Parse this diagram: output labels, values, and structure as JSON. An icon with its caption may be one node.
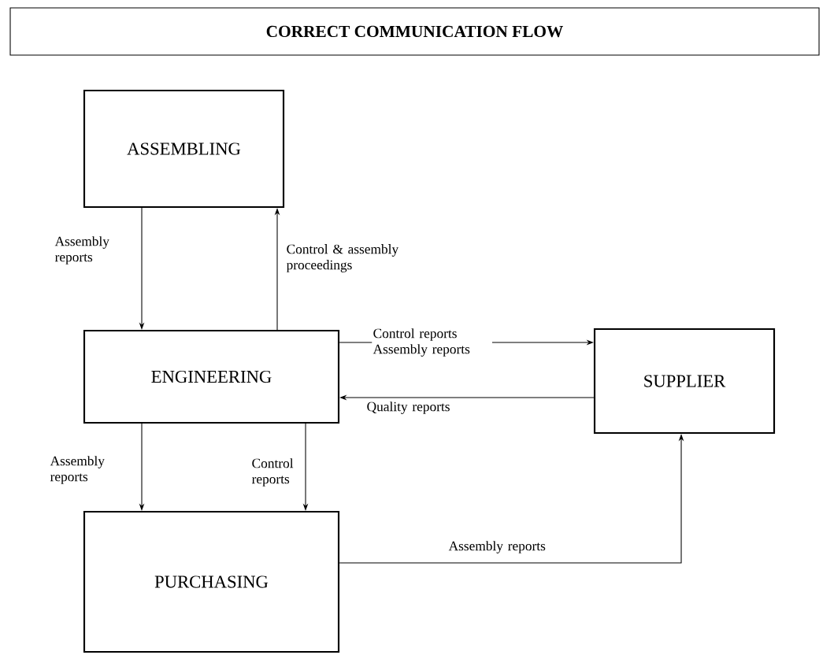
{
  "diagram": {
    "title": "CORRECT COMMUNICATION FLOW",
    "nodes": [
      {
        "text": [
          "ASSEMBLING"
        ]
      },
      {
        "text": [
          "ENGINEERING"
        ]
      },
      {
        "text": [
          "SUPPLIER"
        ]
      },
      {
        "text": [
          "PURCHASING"
        ]
      }
    ],
    "edges": [
      {
        "from": 0,
        "to": 1,
        "arrow": "to",
        "label": "Assembly reports"
      },
      {
        "from": 1,
        "to": 0,
        "arrow": "to",
        "label": "Control & assembly proceedings"
      },
      {
        "from": 1,
        "to": 2,
        "arrow": "to",
        "label": "Control reports Assembly reports"
      },
      {
        "from": 2,
        "to": 1,
        "arrow": "to",
        "label": "Quality reports"
      },
      {
        "from": 1,
        "to": 3,
        "arrow": "to",
        "label": "Assembly reports"
      },
      {
        "from": 1,
        "to": 3,
        "arrow": "to",
        "label": "Control reports"
      },
      {
        "from": 3,
        "to": 2,
        "arrow": "to",
        "label": "Assembly reports"
      }
    ]
  }
}
